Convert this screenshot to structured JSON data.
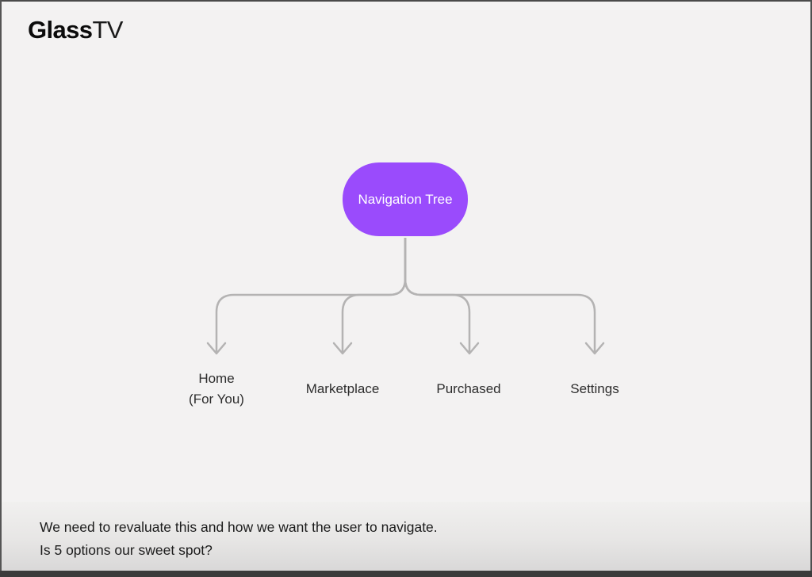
{
  "brand": {
    "name_bold": "Glass",
    "name_light": "TV"
  },
  "diagram": {
    "root_label": "Navigation Tree",
    "children": [
      {
        "label_line1": "Home",
        "label_line2": "(For You)"
      },
      {
        "label_line1": "Marketplace"
      },
      {
        "label_line1": "Purchased"
      },
      {
        "label_line1": "Settings"
      }
    ]
  },
  "note": {
    "line1": "We need to revaluate this and how we want the user to navigate.",
    "line2": "Is 5 options our sweet spot?"
  },
  "colors": {
    "accent_purple": "#9a4bfc",
    "connector_gray": "#b4b3b3",
    "background": "#f3f2f2",
    "footer_gradient_end": "#d9d8d8",
    "frame_dark": "#3b3b3b"
  }
}
